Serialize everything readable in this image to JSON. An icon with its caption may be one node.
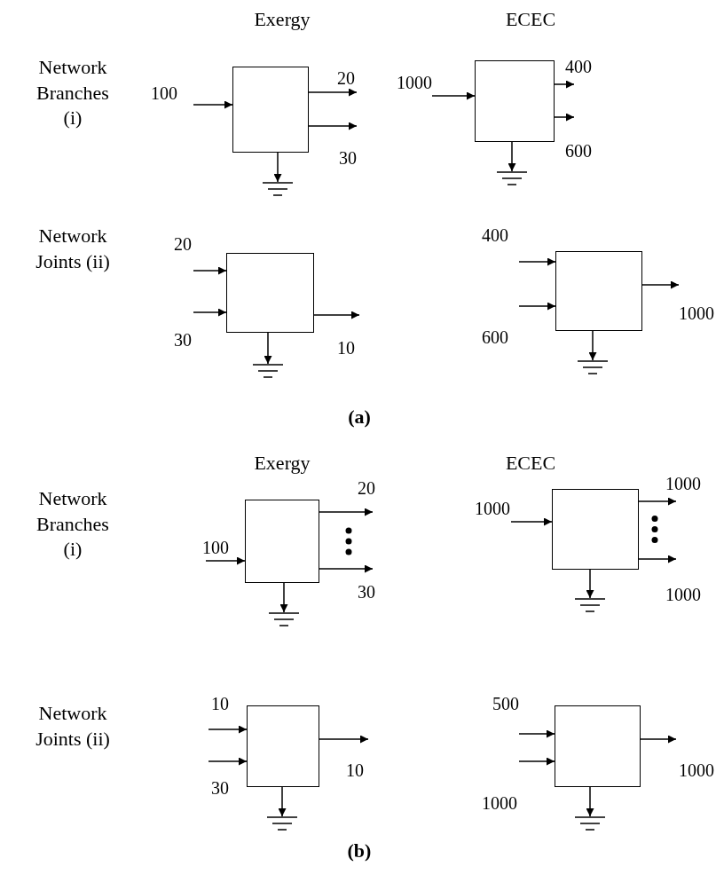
{
  "diagram": {
    "nodes": [
      {
        "text": [],
        "shape": "box"
      },
      {
        "text": [],
        "shape": "ground"
      },
      {
        "text": [],
        "shape": "box"
      },
      {
        "text": [],
        "shape": "ground"
      },
      {
        "text": [],
        "shape": "box"
      },
      {
        "text": [],
        "shape": "ground"
      },
      {
        "text": [],
        "shape": "box"
      },
      {
        "text": [],
        "shape": "ground"
      },
      {
        "text": [],
        "shape": "box"
      },
      {
        "text": [],
        "shape": "ground"
      },
      {
        "text": [],
        "shape": "box"
      },
      {
        "text": [],
        "shape": "ground"
      },
      {
        "text": [],
        "shape": "box"
      },
      {
        "text": [],
        "shape": "ground"
      },
      {
        "text": [],
        "shape": "box"
      },
      {
        "text": [],
        "shape": "ground"
      }
    ],
    "edges": [
      {
        "from": null,
        "to": 0,
        "arrow": "to",
        "label": "100"
      },
      {
        "from": 0,
        "to": null,
        "arrow": "to",
        "label": "20"
      },
      {
        "from": 0,
        "to": null,
        "arrow": "to",
        "label": "30"
      },
      {
        "from": 0,
        "to": 1,
        "arrow": "to"
      },
      {
        "from": null,
        "to": 2,
        "arrow": "to",
        "label": "1000"
      },
      {
        "from": 2,
        "to": null,
        "arrow": "to",
        "label": "400"
      },
      {
        "from": 2,
        "to": null,
        "arrow": "to",
        "label": "600"
      },
      {
        "from": 2,
        "to": 3,
        "arrow": "to"
      },
      {
        "from": null,
        "to": 4,
        "arrow": "to",
        "label": "20"
      },
      {
        "from": null,
        "to": 4,
        "arrow": "to",
        "label": "30"
      },
      {
        "from": 4,
        "to": null,
        "arrow": "to",
        "label": "10"
      },
      {
        "from": 4,
        "to": 5,
        "arrow": "to"
      },
      {
        "from": null,
        "to": 6,
        "arrow": "to",
        "label": "400"
      },
      {
        "from": null,
        "to": 6,
        "arrow": "to",
        "label": "600"
      },
      {
        "from": 6,
        "to": null,
        "arrow": "to",
        "label": "1000"
      },
      {
        "from": 6,
        "to": 7,
        "arrow": "to"
      },
      {
        "from": null,
        "to": 8,
        "arrow": "to",
        "label": "100"
      },
      {
        "from": 8,
        "to": null,
        "arrow": "to",
        "label": "20"
      },
      {
        "from": 8,
        "to": null,
        "arrow": "to",
        "label": "30"
      },
      {
        "from": 8,
        "to": 9,
        "arrow": "to"
      },
      {
        "from": null,
        "to": 10,
        "arrow": "to",
        "label": "1000"
      },
      {
        "from": 10,
        "to": null,
        "arrow": "to",
        "label": "1000"
      },
      {
        "from": 10,
        "to": null,
        "arrow": "to",
        "label": "1000"
      },
      {
        "from": 10,
        "to": 11,
        "arrow": "to"
      },
      {
        "from": null,
        "to": 12,
        "arrow": "to",
        "label": "10"
      },
      {
        "from": null,
        "to": 12,
        "arrow": "to",
        "label": "30"
      },
      {
        "from": 12,
        "to": null,
        "arrow": "to",
        "label": "10"
      },
      {
        "from": 12,
        "to": 13,
        "arrow": "to"
      },
      {
        "from": null,
        "to": 14,
        "arrow": "to",
        "label": "500"
      },
      {
        "from": null,
        "to": 14,
        "arrow": "to",
        "label": "1000"
      },
      {
        "from": 14,
        "to": null,
        "arrow": "to",
        "label": "1000"
      },
      {
        "from": 14,
        "to": 15,
        "arrow": "to"
      }
    ],
    "labels": [
      "Exergy",
      "ECEC",
      "Network Branches (i)",
      "Network Joints (ii)",
      "(a)",
      "Exergy",
      "ECEC",
      "Network Branches (i)",
      "Network Joints (ii)",
      "(b)"
    ]
  }
}
